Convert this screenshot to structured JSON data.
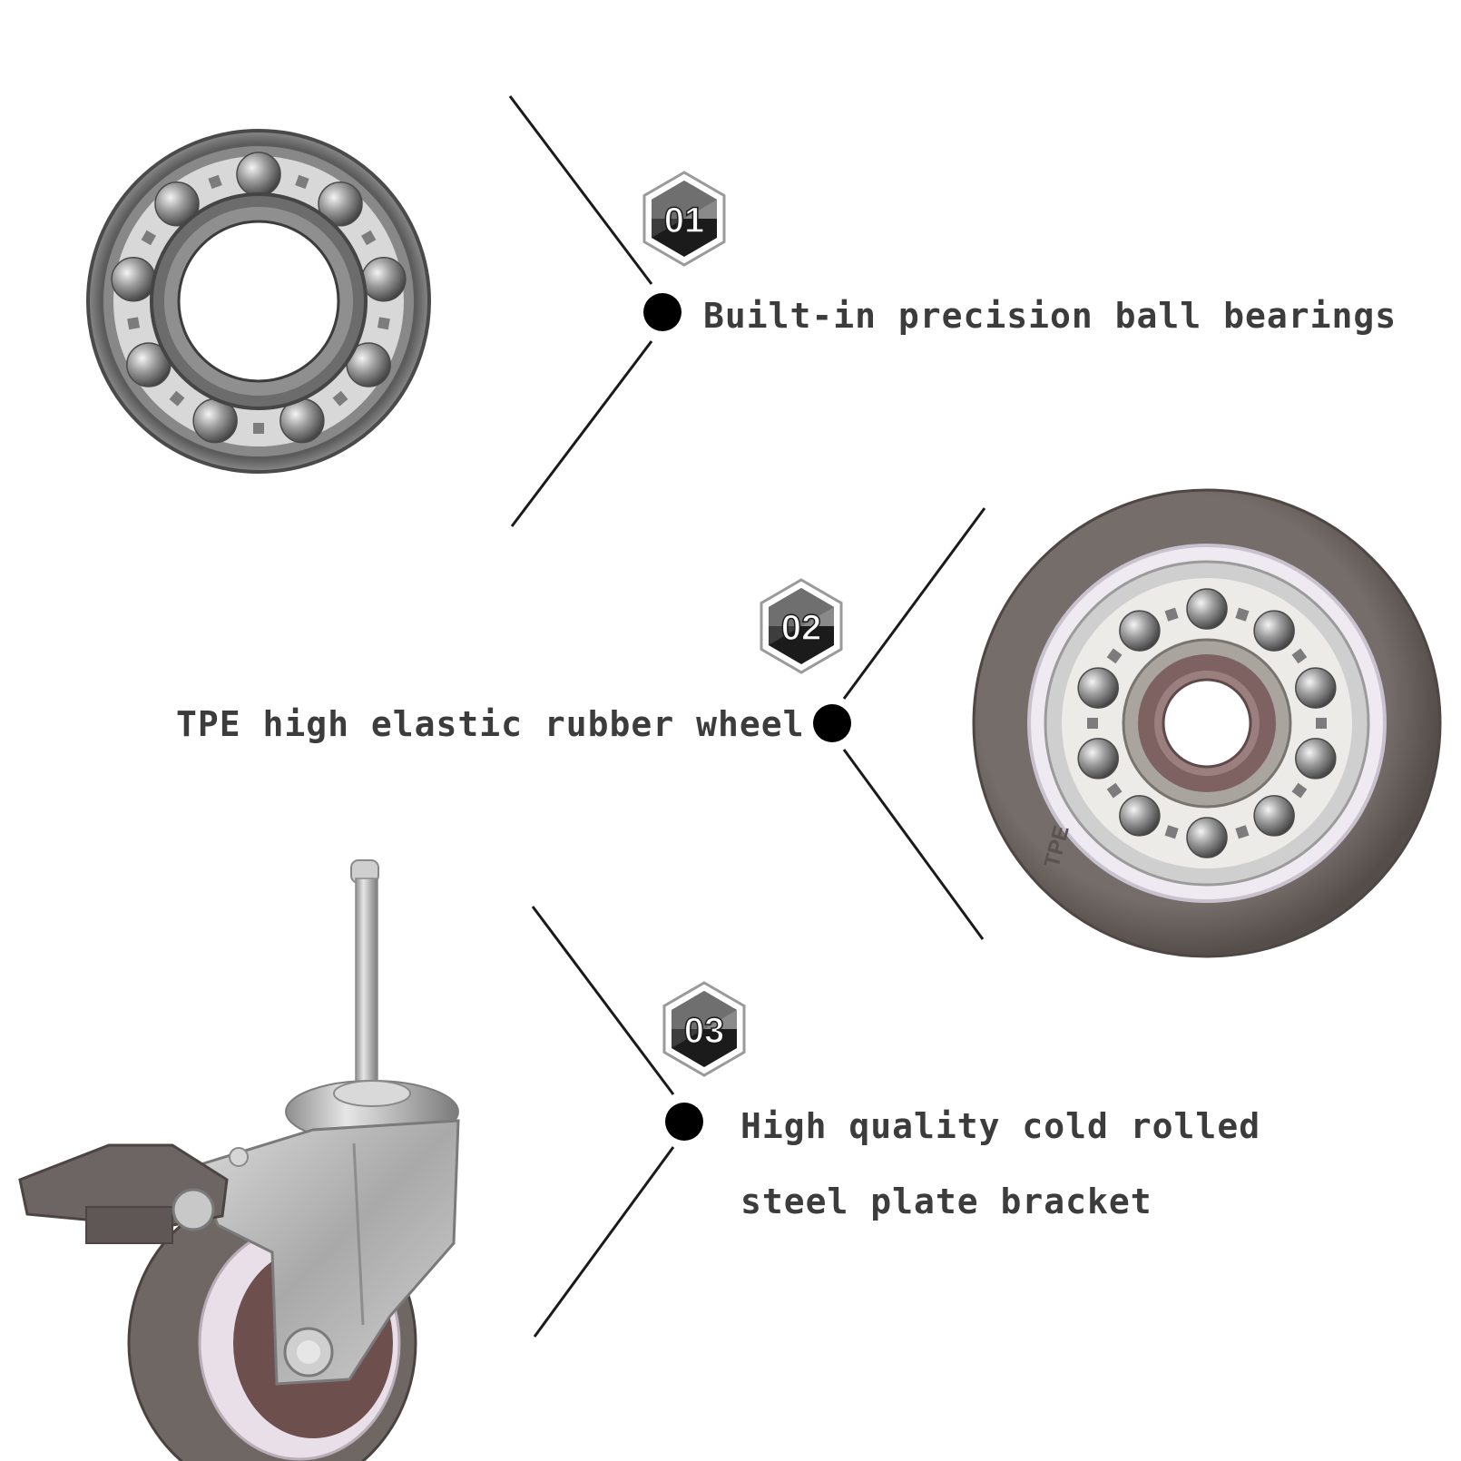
{
  "features": [
    {
      "number": "01",
      "title": "Built-in precision ball bearings",
      "component_icon": "ball-bearing"
    },
    {
      "number": "02",
      "title": "TPE high elastic rubber wheel",
      "component_icon": "tpe-wheel",
      "wheel_imprint": "TPE"
    },
    {
      "number": "03",
      "title_line1": "High quality cold rolled",
      "title_line2": "steel plate bracket",
      "component_icon": "swivel-caster-with-brake"
    }
  ],
  "colors": {
    "text": "#3c3c3c",
    "line": "#1a1a1a",
    "dot": "#000000",
    "badge_dark": "#1b1b1b",
    "badge_light": "#8a8a8a",
    "tread": "#6b6461",
    "metal": "#b8b8b8"
  }
}
